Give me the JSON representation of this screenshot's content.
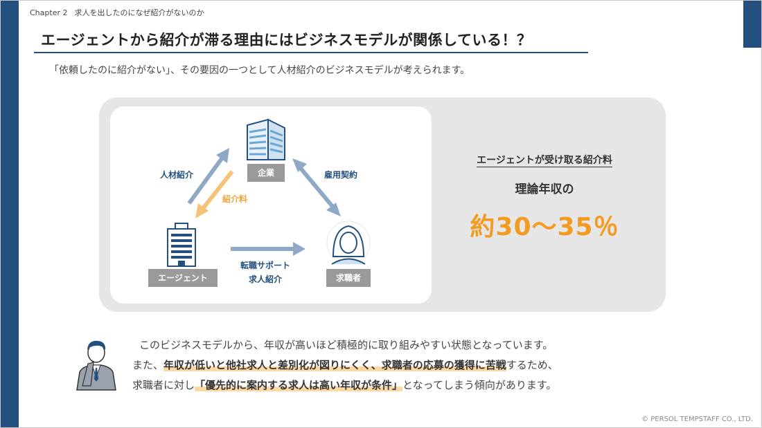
{
  "chapter": {
    "number": "Chapter 2",
    "title": "求人を出したのになぜ紹介がないのか"
  },
  "title": "エージェントから紹介が滞る理由にはビジネスモデルが関係している！？",
  "intro": "「依頼したのに紹介がない」、その要因の一つとして人材紹介のビジネスモデルが考えられます。",
  "diagram": {
    "company": "企業",
    "agent": "エージェント",
    "seeker": "求職者",
    "arrow_referral": "人材紹介",
    "arrow_fee": "紹介料",
    "arrow_contract": "雇用契約",
    "arrow_support_1": "転職サポート",
    "arrow_support_2": "求人紹介"
  },
  "fee": {
    "caption": "エージェントが受け取る紹介料",
    "base": "理論年収の",
    "range": "約30〜35％"
  },
  "body": {
    "line1": "このビジネスモデルから、年収が高いほど積極的に取り組みやすい状態となっています。",
    "line2_pre": "また、",
    "line2_hl": "年収が低いと他社求人と差別化が図りにくく、求職者の応募の獲得に苦戦",
    "line2_post": "するため、",
    "line3_pre": "求職者に対し",
    "line3_hl": "「優先的に案内する求人は高い年収が条件」",
    "line3_post": "となってしまう傾向があります。"
  },
  "copyright": "© PERSOL TEMPSTAFF CO., LTD.",
  "colors": {
    "brand": "#24507f",
    "accent": "#f39a21",
    "highlight": "#fcd9a4",
    "arrow_blue": "#8ea8c6",
    "arrow_orange": "#f5c27a"
  }
}
